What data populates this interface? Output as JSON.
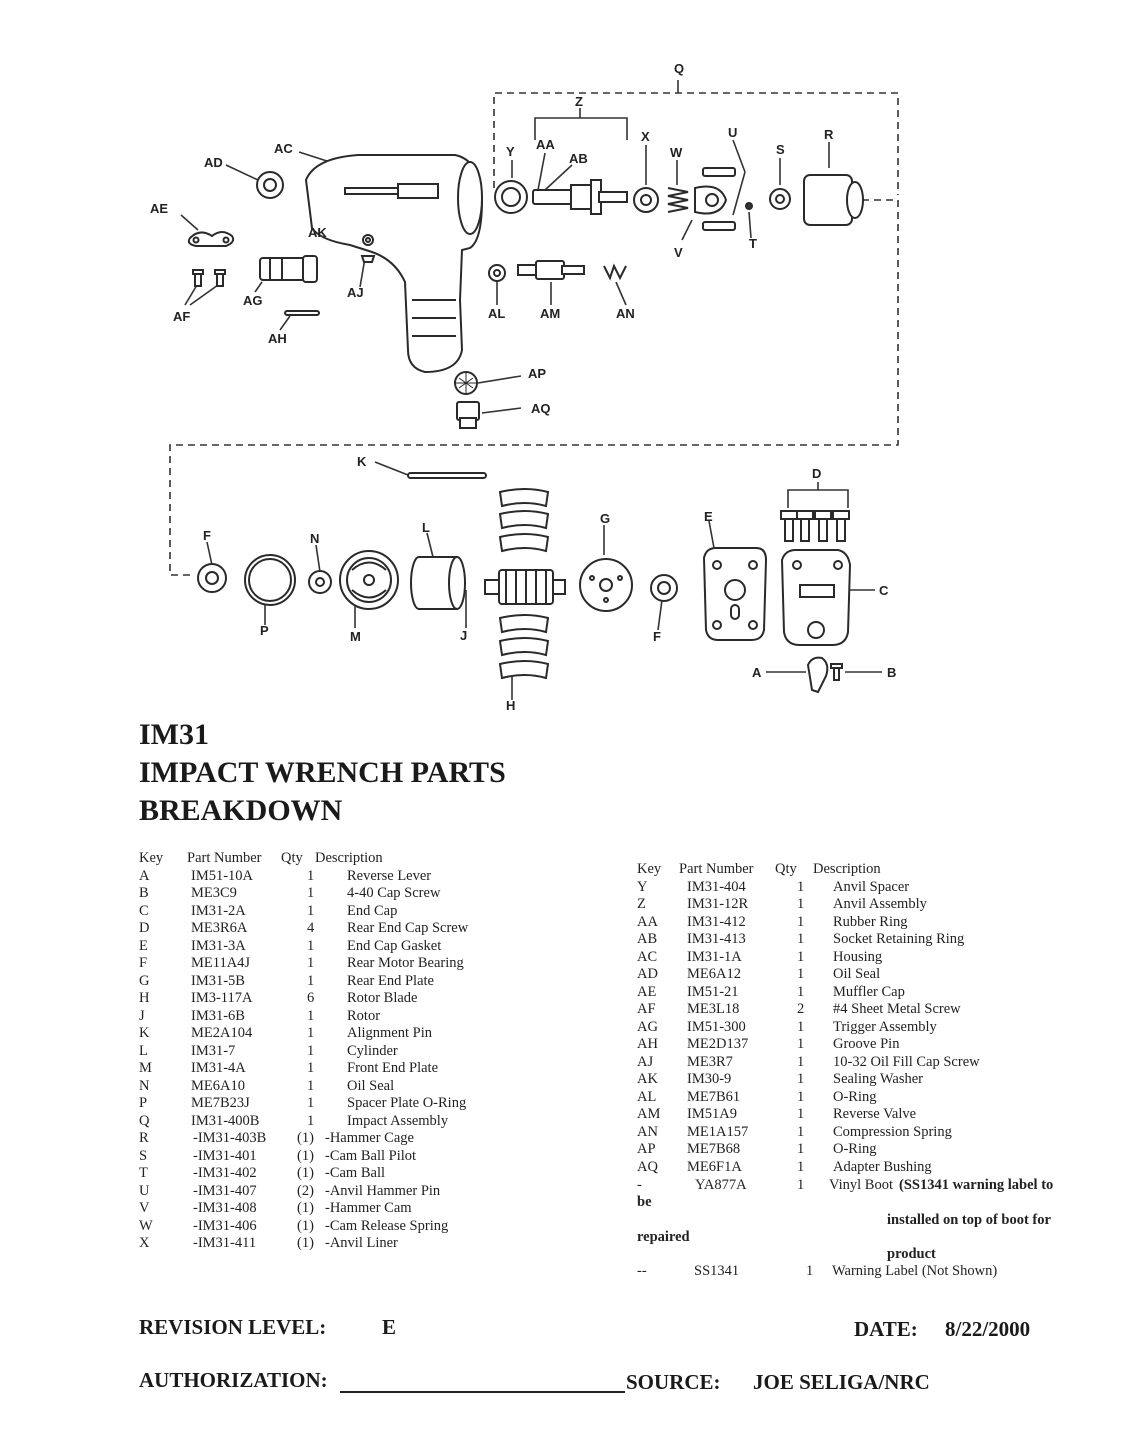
{
  "diagram": {
    "labels": [
      "Q",
      "Z",
      "Y",
      "AA",
      "AB",
      "X",
      "W",
      "U",
      "S",
      "R",
      "V",
      "T",
      "AC",
      "AD",
      "AE",
      "AK",
      "AJ",
      "AG",
      "AF",
      "AH",
      "AL",
      "AM",
      "AN",
      "AP",
      "AQ",
      "K",
      "D",
      "F",
      "N",
      "L",
      "G",
      "E",
      "C",
      "P",
      "M",
      "J",
      "F",
      "H",
      "A",
      "B"
    ]
  },
  "title": {
    "model": "IM31",
    "line2": "IMPACT WRENCH PARTS",
    "line3": "BREAKDOWN"
  },
  "left_table": {
    "headers": [
      "Key",
      "Part Number",
      "Qty",
      "Description"
    ],
    "rows": [
      [
        "A",
        "IM51-10A",
        "1",
        "Reverse Lever"
      ],
      [
        "B",
        "ME3C9",
        "1",
        "4-40 Cap Screw"
      ],
      [
        "C",
        "IM31-2A",
        "1",
        "End Cap"
      ],
      [
        "D",
        "ME3R6A",
        "4",
        "Rear End Cap Screw"
      ],
      [
        "E",
        "IM31-3A",
        "1",
        "End Cap Gasket"
      ],
      [
        "F",
        "ME11A4J",
        "1",
        "Rear Motor Bearing"
      ],
      [
        "G",
        "IM31-5B",
        "1",
        "Rear End Plate"
      ],
      [
        "H",
        "IM3-117A",
        "6",
        "Rotor Blade"
      ],
      [
        "J",
        "IM31-6B",
        "1",
        "Rotor"
      ],
      [
        "K",
        "ME2A104",
        "1",
        "Alignment Pin"
      ],
      [
        "L",
        "IM31-7",
        "1",
        "Cylinder"
      ],
      [
        "M",
        "IM31-4A",
        "1",
        "Front End Plate"
      ],
      [
        "N",
        "ME6A10",
        "1",
        "Oil Seal"
      ],
      [
        "P",
        "ME7B23J",
        "1",
        "Spacer Plate O-Ring"
      ],
      [
        "Q",
        "IM31-400B",
        "1",
        "Impact Assembly"
      ],
      [
        "R",
        "-IM31-403B",
        "(1)",
        "-Hammer Cage"
      ],
      [
        "S",
        "-IM31-401",
        "(1)",
        "-Cam Ball Pilot"
      ],
      [
        "T",
        "-IM31-402",
        "(1)",
        "-Cam Ball"
      ],
      [
        "U",
        "-IM31-407",
        "(2)",
        "-Anvil Hammer Pin"
      ],
      [
        "V",
        "-IM31-408",
        "(1)",
        "-Hammer Cam"
      ],
      [
        "W",
        "-IM31-406",
        "(1)",
        "-Cam Release Spring"
      ],
      [
        "X",
        "-IM31-411",
        "(1)",
        "-Anvil Liner"
      ]
    ]
  },
  "right_table": {
    "headers": [
      "Key",
      "Part Number",
      "Qty",
      "Description"
    ],
    "rows": [
      [
        "Y",
        "IM31-404",
        "1",
        "Anvil Spacer"
      ],
      [
        "Z",
        "IM31-12R",
        "1",
        "Anvil Assembly"
      ],
      [
        "AA",
        "IM31-412",
        "1",
        "Rubber Ring"
      ],
      [
        "AB",
        "IM31-413",
        "1",
        "Socket Retaining Ring"
      ],
      [
        "AC",
        "IM31-1A",
        "1",
        "Housing"
      ],
      [
        "AD",
        "ME6A12",
        "1",
        "Oil Seal"
      ],
      [
        "AE",
        "IM51-21",
        "1",
        "Muffler Cap"
      ],
      [
        "AF",
        "ME3L18",
        "2",
        "#4 Sheet Metal Screw"
      ],
      [
        "AG",
        "IM51-300",
        "1",
        "Trigger Assembly"
      ],
      [
        "AH",
        "ME2D137",
        "1",
        "Groove Pin"
      ],
      [
        "AJ",
        "ME3R7",
        "1",
        "10-32 Oil Fill Cap Screw"
      ],
      [
        "AK",
        "IM30-9",
        "1",
        "Sealing Washer"
      ],
      [
        "AL",
        "ME7B61",
        "1",
        "O-Ring"
      ],
      [
        "AM",
        "IM51A9",
        "1",
        "Reverse Valve"
      ],
      [
        "AN",
        "ME1A157",
        "1",
        "Compression Spring"
      ],
      [
        "AP",
        "ME7B68",
        "1",
        "O-Ring"
      ],
      [
        "AQ",
        "ME6F1A",
        "1",
        "Adapter Bushing"
      ]
    ],
    "vinyl": {
      "key": "-",
      "part": "YA877A",
      "qty": "1",
      "desc": "Vinyl Boot",
      "note1": "(SS1341 warning label to",
      "note2": "be",
      "note3": "installed on top of boot for",
      "note4": "repaired",
      "note5": "product"
    },
    "last": [
      "--",
      "SS1341",
      "1",
      "Warning Label (Not Shown)"
    ]
  },
  "footer": {
    "revision_label": "REVISION LEVEL:",
    "revision_value": "E",
    "date_label": "DATE:",
    "date_value": "8/22/2000",
    "authorization_label": "AUTHORIZATION:",
    "source_label": "SOURCE:",
    "source_value": "JOE SELIGA/NRC"
  }
}
